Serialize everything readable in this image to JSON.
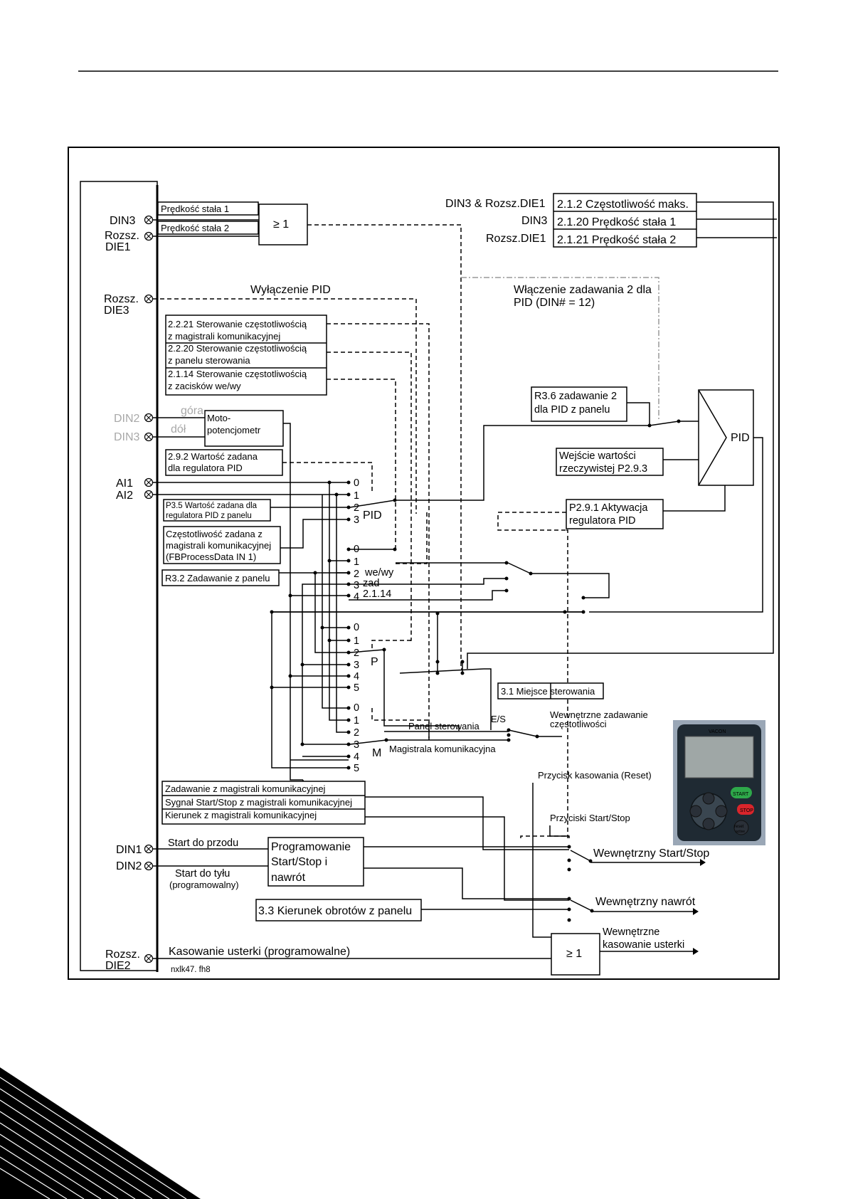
{
  "terminals": {
    "din3": "DIN3",
    "rozsz_die1": [
      "Rozsz.",
      "DIE1"
    ],
    "rozsz_die3": [
      "Rozsz.",
      "DIE3"
    ],
    "din2": "DIN2",
    "din3b": "DIN3",
    "ai1": "AI1",
    "ai2": "AI2",
    "din1": "DIN1",
    "din2b": "DIN2",
    "rozsz_die2": [
      "Rozsz.",
      "DIE2"
    ]
  },
  "boxes": {
    "predkosc1": "Prędkość stała 1",
    "predkosc2": "Prędkość stała 2",
    "or_top": "≥ 1",
    "or_bottom": "≥ 1",
    "p2221": [
      "2.2.21 Sterowanie częstotliwością",
      "z magistrali komunikacyjnej"
    ],
    "p2220": [
      "2.2.20 Sterowanie częstotliwością",
      "z panelu sterowania"
    ],
    "p2114": [
      "2.1.14 Sterowanie częstotliwością",
      "z zacisków we/wy"
    ],
    "motopot": [
      "Moto-",
      "potencjometr"
    ],
    "p292": [
      "2.9.2 Wartość zadana",
      "dla regulatora PID"
    ],
    "p35": [
      "P3.5 Wartość zadana dla",
      "regulatora PID z panelu"
    ],
    "fb": [
      "Częstotliwość zadana z",
      "magistrali komunikacyjnej",
      "(FBProcessData IN 1)"
    ],
    "r32": "R3.2 Zadawanie z panelu",
    "p212": "2.1.2 Częstotliwość maks.",
    "p2120": "2.1.20 Prędkość stała 1",
    "p2121": "2.1.21 Prędkość stała 2",
    "r36": [
      "R3.6 zadawanie 2",
      "dla PID z panelu"
    ],
    "wejscie": [
      "Wejście wartości",
      "rzeczywistej P2.9.3"
    ],
    "pid": "PID",
    "p291": [
      "P2.9.1 Aktywacja",
      "regulatora PID"
    ],
    "p31": "3.1 Miejsce sterowania",
    "zadawanie_fb": "Zadawanie z magistrali komunikacyjnej",
    "sygnal_fb": "Sygnał Start/Stop z magistrali komunikacyjnej",
    "kierunek_fb": "Kierunek z magistrali komunikacyjnej",
    "programowanie": [
      "Programowanie",
      "Start/Stop i",
      "nawrót"
    ],
    "p33": "3.3 Kierunek obrotów z panelu"
  },
  "labels": {
    "din3_rozsz": "DIN3 & Rozsz.DIE1",
    "din3_r": "DIN3",
    "rozsz_die1_r": "Rozsz.DIE1",
    "wylaczenie_pid": "Wyłączenie PID",
    "wlaczenie": [
      "Włączenie zadawania 2 dla",
      "PID (DIN# = 12)"
    ],
    "gora": "góra",
    "dol": "dół",
    "sel_pid": "PID",
    "weywy": [
      "we/wy",
      "zad",
      "2.1.14"
    ],
    "sel_p": "P",
    "sel_m": "M",
    "panel_sterowania": "Panel sterowania",
    "magistrala": "Magistrala komunikacyjna",
    "es": "E/S",
    "wewn_zad": [
      "Wewnętrzne zadawanie",
      "częstotliwości"
    ],
    "przycisk_reset": "Przycisk kasowania (Reset)",
    "przyciski_ss": "Przyciski Start/Stop",
    "wewn_ss": "Wewnętrzny Start/Stop",
    "wewn_nawrot": "Wewnętrzny nawrót",
    "wewn_kas": [
      "Wewnętrzne",
      "kasowanie usterki"
    ],
    "start_przodu": "Start do przodu",
    "start_tylu": [
      "Start do tyłu",
      "(programowalny)"
    ],
    "kasowanie": "Kasowanie usterki (programowalne)",
    "file_id": "nxlk47. fh8",
    "sel_numbers_a": [
      "0",
      "1",
      "2",
      "3"
    ],
    "sel_numbers_b": [
      "0",
      "1",
      "2",
      "3",
      "4"
    ],
    "sel_numbers_c": [
      "0",
      "1",
      "2",
      "3",
      "4",
      "5"
    ]
  },
  "keypad": {
    "brand": "VACON",
    "start": "START",
    "stop": "STOP",
    "reset": "reset",
    "reset_sub": "active"
  }
}
